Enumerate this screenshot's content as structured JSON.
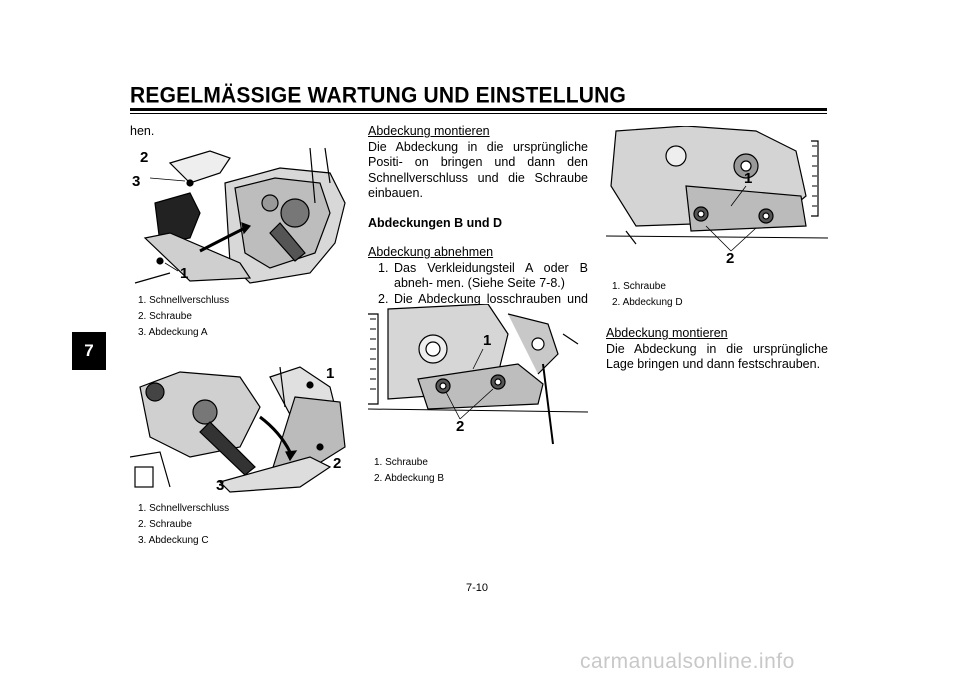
{
  "page": {
    "title": "REGELMÄSSIGE WARTUNG UND EINSTELLUNG",
    "chapter_tab": "7",
    "page_number": "7-10",
    "watermark": "carmanualsonline.info"
  },
  "col1": {
    "intro": "hen.",
    "figure1": {
      "callouts": [
        "2",
        "3",
        "1"
      ],
      "captions": [
        "1. Schnellverschluss",
        "2. Schraube",
        "3. Abdeckung A"
      ]
    },
    "figure2": {
      "callouts": [
        "1",
        "2",
        "3"
      ],
      "captions": [
        "1. Schnellverschluss",
        "2. Schraube",
        "3. Abdeckung C"
      ]
    }
  },
  "col2": {
    "heading_mount": "Abdeckung montieren",
    "mount_text": "Die Abdeckung in die ursprüngliche Positi- on bringen und dann den Schnellverschluss und die Schraube einbauen.",
    "section_heading": "Abdeckungen B und D",
    "heading_remove": "Abdeckung abnehmen",
    "steps": [
      {
        "n": "1.",
        "text": "Das Verkleidungsteil A oder B abneh- men. (Siehe Seite 7-8.)"
      },
      {
        "n": "2.",
        "text": "Die Abdeckung losschrauben und dann abziehen."
      }
    ],
    "figure3": {
      "callouts": [
        "1",
        "2"
      ],
      "captions": [
        "1. Schraube",
        "2. Abdeckung B"
      ]
    }
  },
  "col3": {
    "figure4": {
      "callouts": [
        "1",
        "2"
      ],
      "captions": [
        "1. Schraube",
        "2. Abdeckung D"
      ]
    },
    "heading_mount": "Abdeckung montieren",
    "mount_text": "Die Abdeckung in die ursprüngliche Lage bringen und dann festschrauben."
  }
}
